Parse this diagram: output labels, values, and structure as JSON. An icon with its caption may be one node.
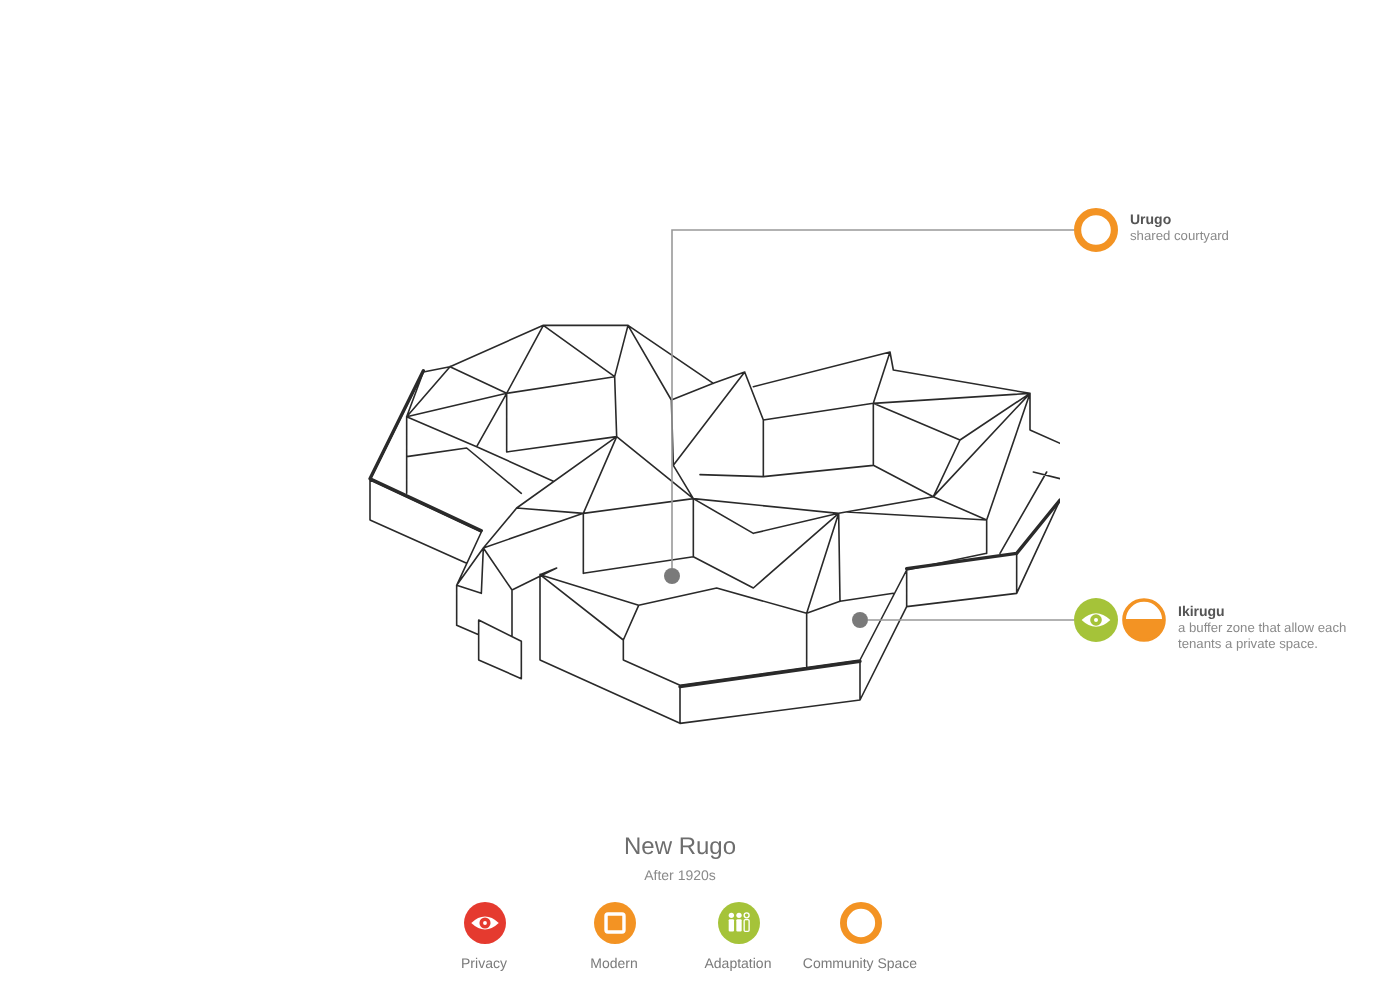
{
  "diagram": {
    "title": "New Rugo",
    "nodes": [
      {
        "text": [
          "Urugo",
          "shared courtyard"
        ]
      },
      {
        "text": [],
        "shape": "circle"
      },
      {
        "text": [
          "Ikirugu",
          "a buffer zone that allow each tenants a private space."
        ]
      },
      {
        "text": [],
        "shape": "circle"
      }
    ],
    "edges": [
      {
        "from": 0,
        "to": 1,
        "arrow": "none"
      },
      {
        "from": 2,
        "to": 3,
        "arrow": "none"
      }
    ],
    "labels": [
      "After 1920s"
    ],
    "legend": [
      {
        "text": "Privacy"
      },
      {
        "text": "Modern"
      },
      {
        "text": "Adaptation"
      },
      {
        "text": "Community Space"
      }
    ]
  }
}
